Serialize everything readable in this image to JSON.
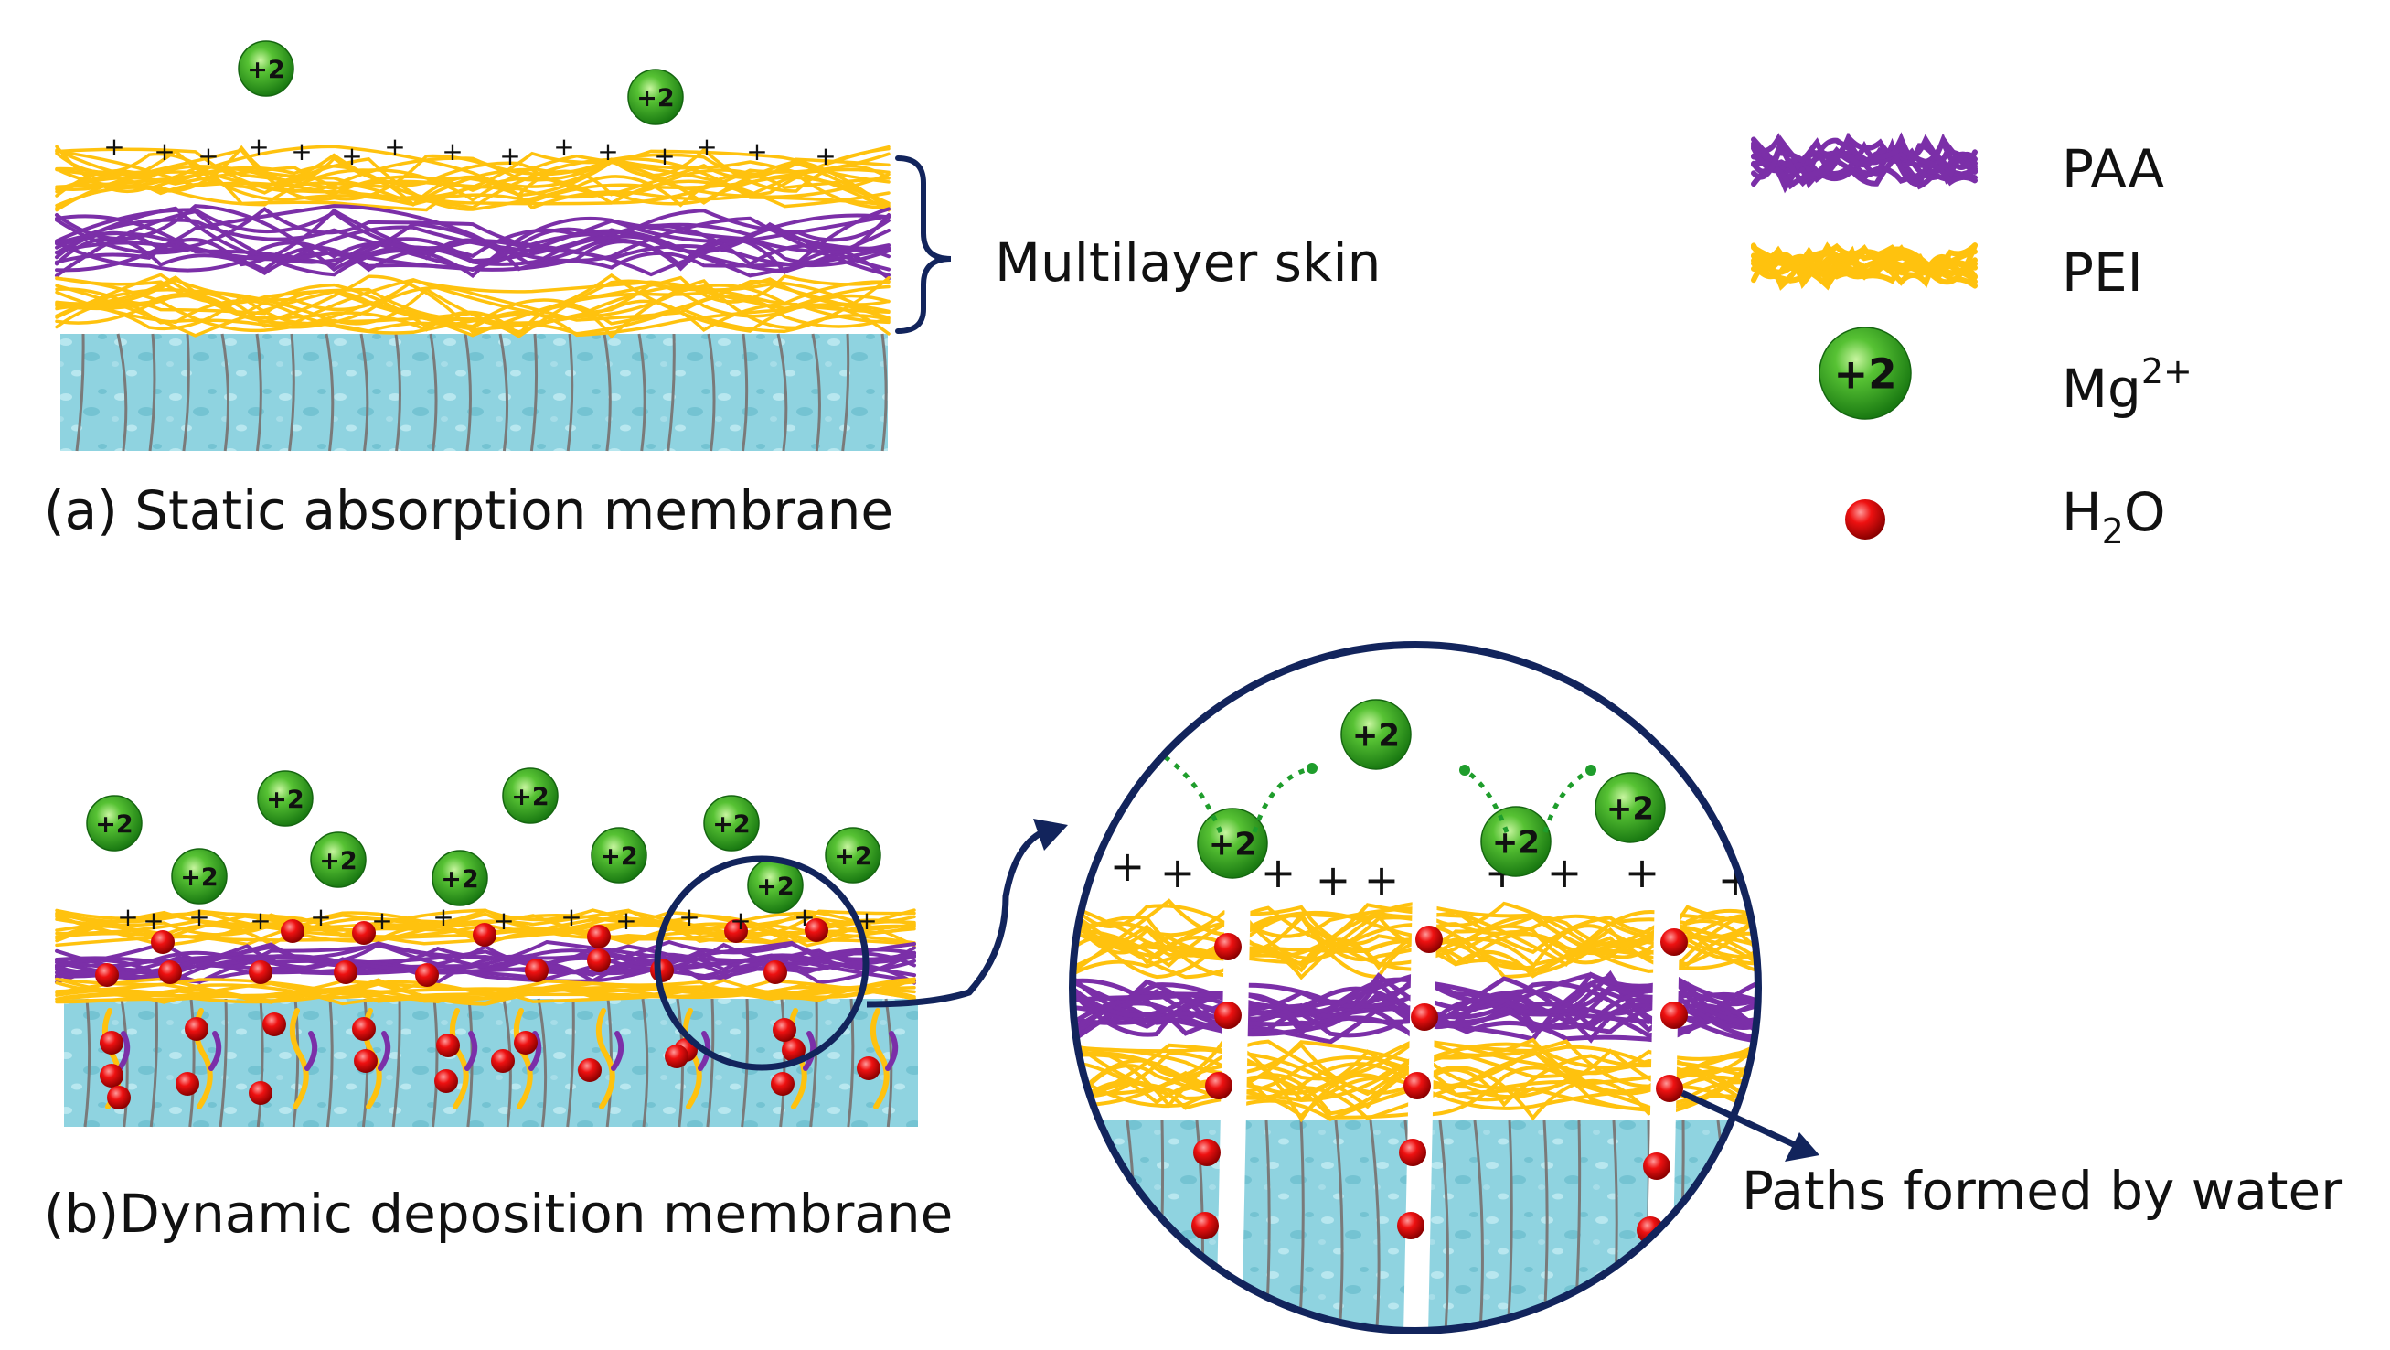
{
  "colors": {
    "paa": "#7b2fa8",
    "pei": "#ffc20e",
    "support": "#8fd3e0",
    "support_dark": "#6bbccb",
    "pore_line": "#7a7a7a",
    "ion": "#2f9e1e",
    "water": "#e10000",
    "navy": "#12245c",
    "arrow_green": "#1f9d2c"
  },
  "labels": {
    "multilayer_skin": "Multilayer skin",
    "panel_a": "(a) Static absorption membrane",
    "panel_b": "(b)Dynamic deposition membrane",
    "paths": "Paths formed by water"
  },
  "legend": {
    "paa": "PAA",
    "pei": "PEI",
    "mg_base": "Mg",
    "mg_sup": "2+",
    "h2o_h": "H",
    "h2o_sub": "2",
    "h2o_o": "O"
  },
  "ion_label": "+2",
  "plus_sign": "+",
  "icons": {
    "ion": "magnesium-ion-sphere",
    "water": "water-molecule-dot",
    "brace": "curly-brace",
    "magnifier": "zoom-circle"
  }
}
